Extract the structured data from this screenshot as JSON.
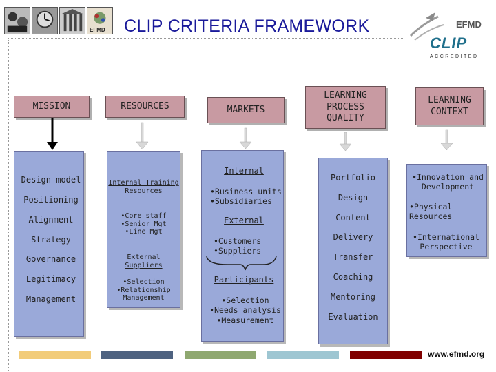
{
  "title": "CLIP CRITERIA FRAMEWORK",
  "logo": {
    "efmd": "EFMD",
    "clip": "CLIP",
    "accredited": "ACCREDITED",
    "photo_badge": "EFMD"
  },
  "website": "www.efmd.org",
  "headers": {
    "mission": "MISSION",
    "resources": "RESOURCES",
    "markets": "MARKETS",
    "learning_process_quality": "LEARNING\nPROCESS\nQUALITY",
    "learning_context": "LEARNING\nCONTEXT"
  },
  "mission_items": [
    "Design model",
    "Positioning",
    "Alignment",
    "Strategy",
    "Governance",
    "Legitimacy",
    "Management"
  ],
  "resources": {
    "internal_training": "Internal Training\nResources",
    "internal_items": "•Core staff\n•Senior Mgt\n•Line Mgt",
    "external_suppliers": "External\nSuppliers",
    "external_items": "•Selection\n•Relationship\nManagement"
  },
  "markets": {
    "internal": "Internal",
    "internal_items": "•Business units\n•Subsidiaries",
    "external": "External",
    "external_items": "•Customers\n•Suppliers",
    "participants": "Participants",
    "participant_items": "•Selection\n•Needs analysis\n•Measurement"
  },
  "process_items": [
    "Portfolio",
    "Design",
    "Content",
    "Delivery",
    "Transfer",
    "Coaching",
    "Mentoring",
    "Evaluation"
  ],
  "context_items": [
    "•Innovation and\nDevelopment",
    "•Physical\nResources",
    "•International\nPerspective"
  ],
  "colors": {
    "title": "#1a1a9a",
    "header_box": "#c89aa2",
    "column_box": "#9aa9d9",
    "bottom_bars": [
      "#f2cc7a",
      "#4e6280",
      "#8fa870",
      "#9ec6d2",
      "#800000"
    ]
  }
}
